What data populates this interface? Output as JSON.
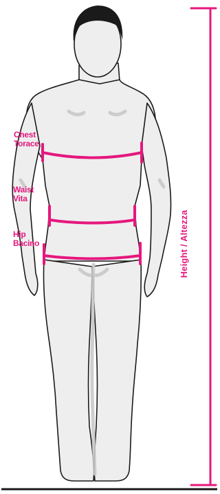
{
  "colors": {
    "accent": "#e5177e",
    "body_fill": "#eeeeee",
    "body_outline": "#1a1a1a",
    "hair": "#1a1a1a",
    "shading": "#c9c9c9",
    "ground": "#1a1a1a"
  },
  "labels": {
    "chest_en": "Chest",
    "chest_it": "Torace",
    "waist_en": "Waist",
    "waist_it": "Vita",
    "hip_en": "Hip",
    "hip_it": "Bacino",
    "height": "Height / Altezza"
  }
}
